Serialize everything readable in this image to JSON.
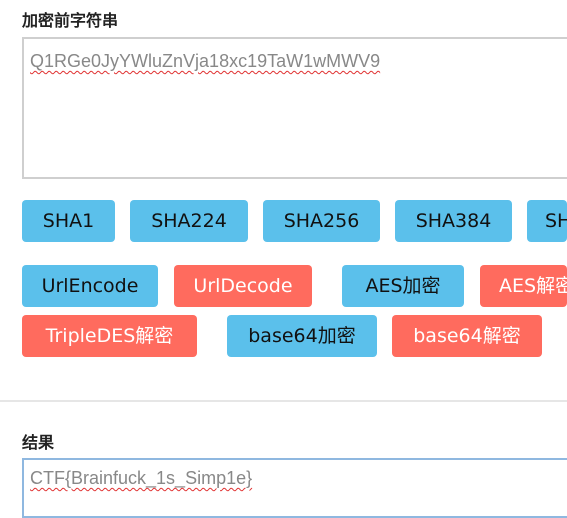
{
  "input_section": {
    "label": "加密前字符串",
    "value": "Q1RGe0JyYWluZnVja18xc19TaW1wMWV9"
  },
  "hash_buttons": {
    "sha1": "SHA1",
    "sha224": "SHA224",
    "sha256": "SHA256",
    "sha384": "SHA384",
    "sha512_partial": "SH"
  },
  "codec_buttons": {
    "url_encode": "UrlEncode",
    "url_decode": "UrlDecode",
    "aes_encrypt": "AES加密",
    "aes_decrypt_partial": "AES解密",
    "tripledes_decrypt": "TripleDES解密",
    "base64_encrypt": "base64加密",
    "base64_decrypt": "base64解密"
  },
  "result_section": {
    "label": "结果",
    "value": "CTF{Brainfuck_1s_Simp1e}"
  },
  "colors": {
    "blue_button": "#5bc0eb",
    "red_button": "#ff6b5e",
    "result_border": "#8fb8e0"
  }
}
